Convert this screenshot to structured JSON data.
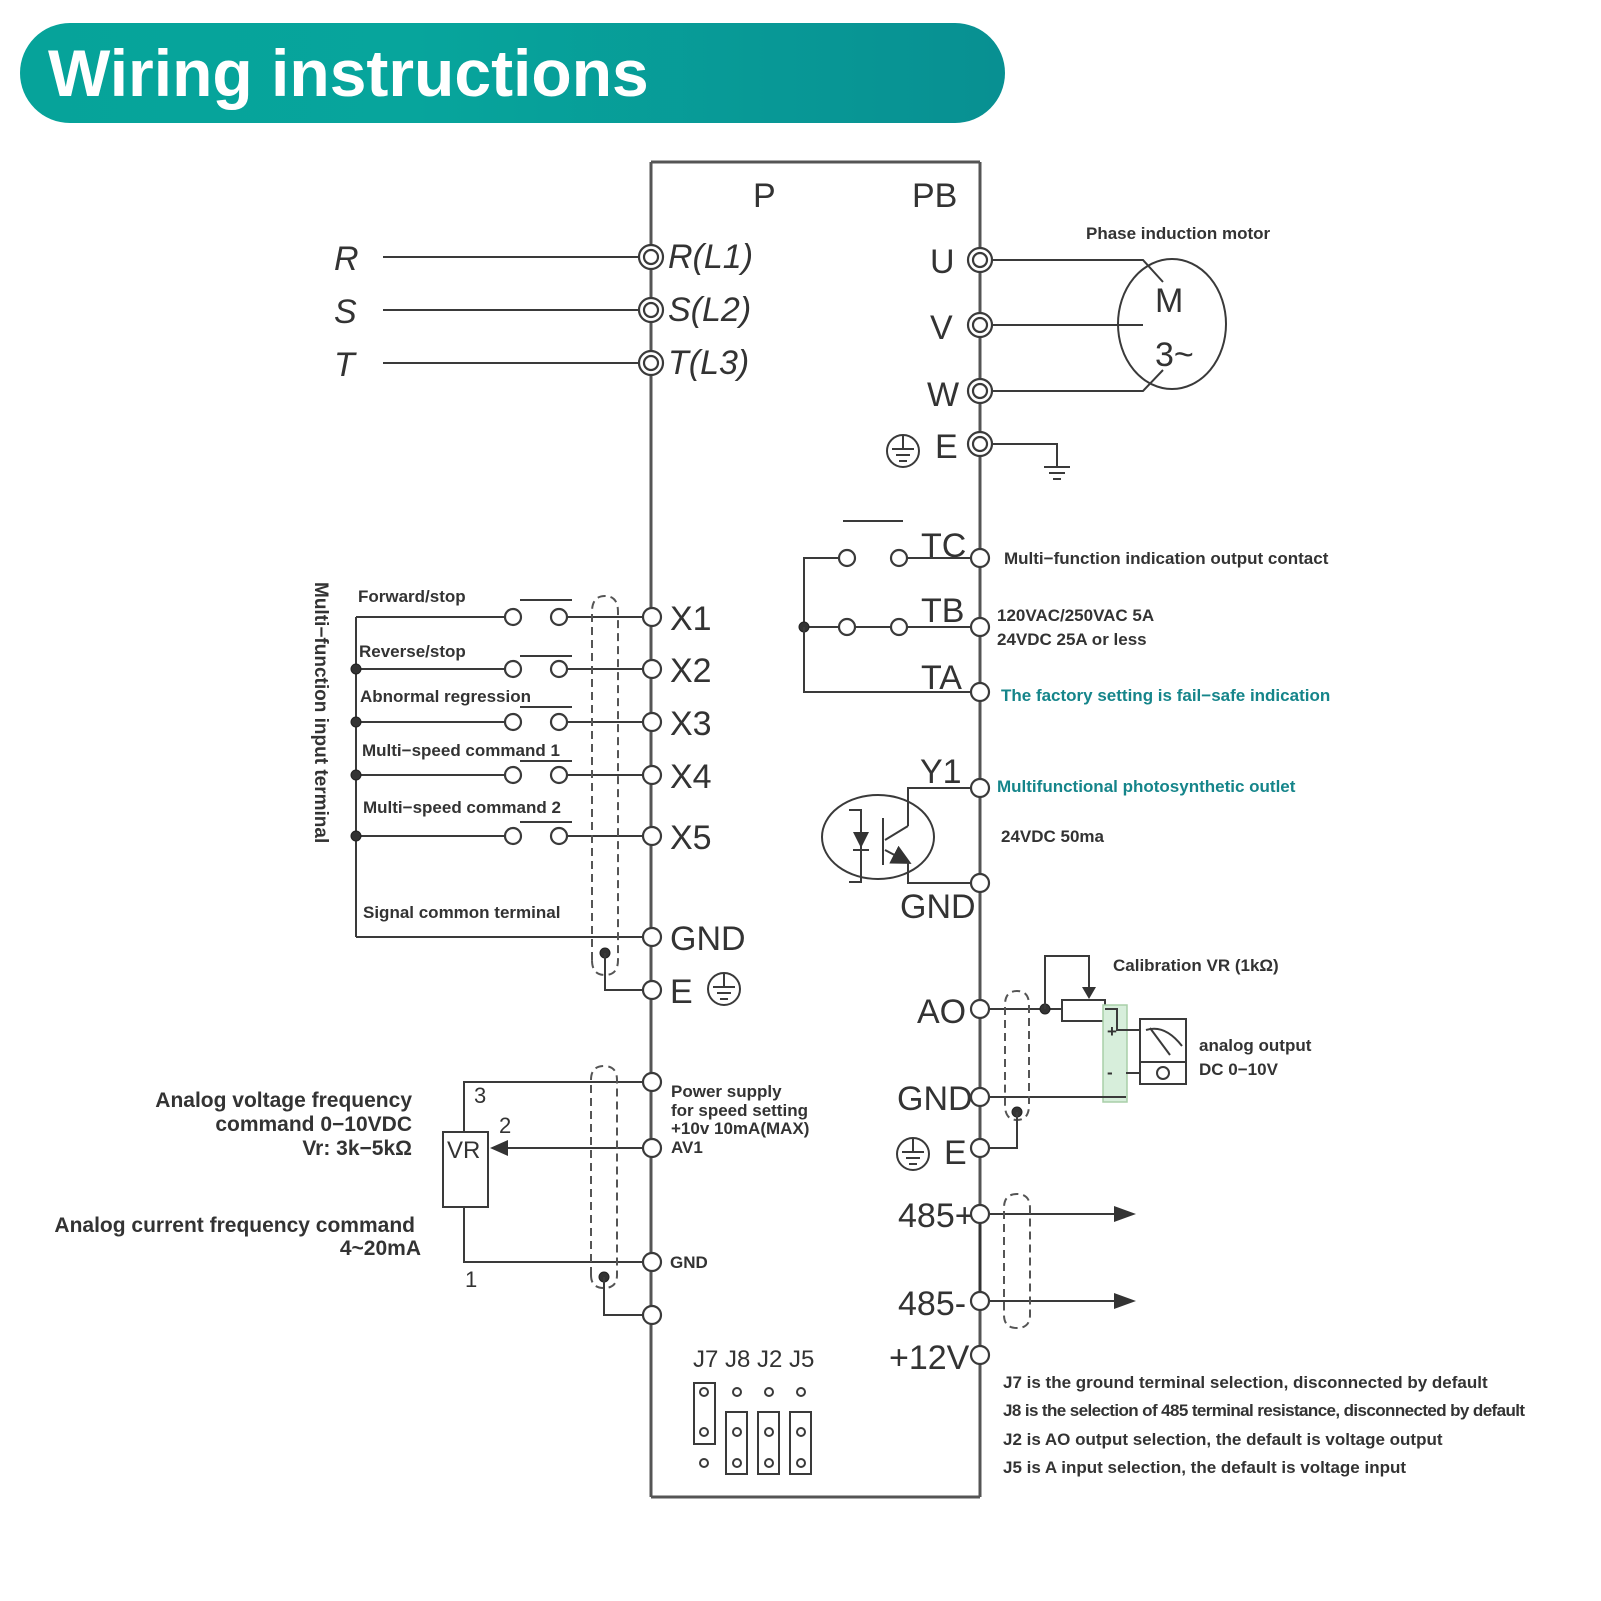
{
  "header": {
    "title": "Wiring instructions",
    "colors": {
      "start": "#06a39a",
      "end": "#089092",
      "text": "#ffffff"
    }
  },
  "diagram": {
    "top_labels": {
      "p": "P",
      "pb": "PB"
    },
    "power_input": {
      "lines": [
        "R",
        "S",
        "T"
      ],
      "terminals": [
        "R(L1)",
        "S(L2)",
        "T(L3)"
      ]
    },
    "motor": {
      "caption": "Phase induction motor",
      "symbol_line1": "M",
      "symbol_line2": "3~",
      "terminals": [
        "U",
        "V",
        "W",
        "E"
      ]
    },
    "relay_output": {
      "terminals": [
        "TC",
        "TB",
        "TA"
      ],
      "notes": [
        "Multi−function indication output contact",
        "120VAC/250VAC 5A",
        "24VDC 25A or less",
        "The factory setting is fail−safe indication"
      ]
    },
    "multi_input": {
      "side_label": "Multi−function input terminal",
      "items": [
        {
          "label": "Forward/stop",
          "terminal": "X1"
        },
        {
          "label": "Reverse/stop",
          "terminal": "X2"
        },
        {
          "label": "Abnormal regression",
          "terminal": "X3"
        },
        {
          "label": "Multi−speed command 1",
          "terminal": "X4"
        },
        {
          "label": "Multi−speed command 2",
          "terminal": "X5"
        }
      ],
      "common_label": "Signal common terminal",
      "gnd_terminal": "GND",
      "e_terminal": "E"
    },
    "photo_output": {
      "terminal": "Y1",
      "gnd_terminal": "GND",
      "note_title": "Multifunctional photosynthetic outlet",
      "note_rating": "24VDC 50ma"
    },
    "analog_output": {
      "ao_terminal": "AO",
      "gnd_terminal": "GND",
      "e_terminal": "E",
      "calibration_label": "Calibration VR (1kΩ)",
      "meter_label_1": "analog output",
      "meter_label_2": "DC 0−10V",
      "plus": "+",
      "minus": "-"
    },
    "analog_input": {
      "voltage_label_1": "Analog voltage frequency",
      "voltage_label_2": "command 0−10VDC",
      "voltage_label_3": "Vr: 3k−5kΩ",
      "current_label_1": "Analog current frequency command",
      "current_label_2": "4~20mA",
      "vr_label": "VR",
      "pins": [
        "3",
        "2",
        "1"
      ],
      "supply_note_1": "Power supply",
      "supply_note_2": "for speed setting",
      "supply_note_3": "+10v 10mA(MAX)",
      "av1_terminal": "AV1",
      "gnd_terminal": "GND"
    },
    "comm": {
      "terminals": [
        "485+",
        "485-",
        "+12V"
      ]
    },
    "jumpers": {
      "labels": [
        "J7",
        "J8",
        "J2",
        "J5"
      ],
      "notes": [
        "J7 is the ground terminal selection, disconnected by default",
        "J8 is the selection of 485 terminal resistance, disconnected by default",
        "J2 is AO output selection, the default is voltage output",
        "J5 is A input selection, the default is voltage input"
      ]
    }
  }
}
